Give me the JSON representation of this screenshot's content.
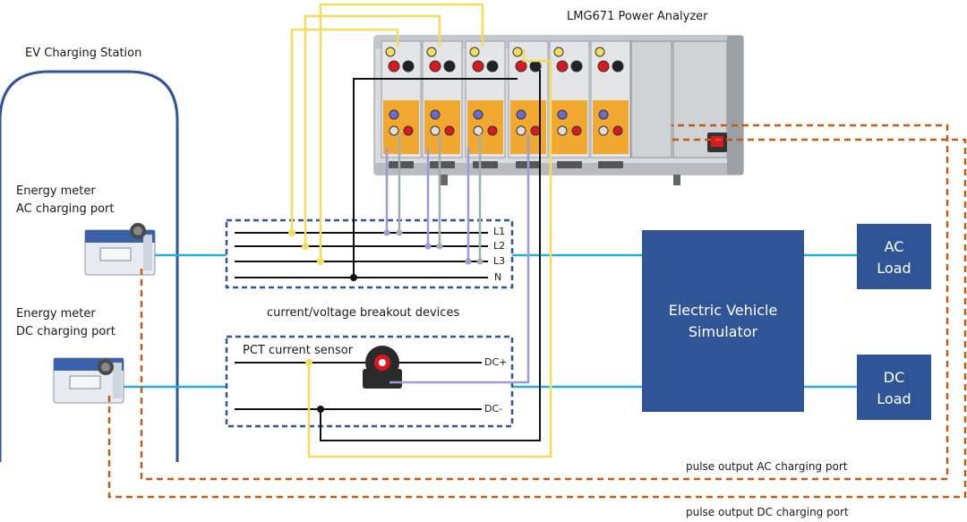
{
  "analyzer": {
    "title": "LMG671 Power Analyzer"
  },
  "station": {
    "title": "EV Charging Station",
    "meter_ac_line1": "Energy meter",
    "meter_ac_line2": "AC charging port",
    "meter_dc_line1": "Energy meter",
    "meter_dc_line2": "DC charging port"
  },
  "breakout": {
    "caption": "current/voltage breakout devices",
    "phases": [
      "L1",
      "L2",
      "L3",
      "N"
    ]
  },
  "dc_box": {
    "sensor_label": "PCT current sensor",
    "pos_label": "DC+",
    "neg_label": "DC-"
  },
  "simulator": {
    "line1": "Electric Vehicle",
    "line2": "Simulator"
  },
  "ac_load": {
    "line1": "AC",
    "line2": "Load"
  },
  "dc_load": {
    "line1": "DC",
    "line2": "Load"
  },
  "pulse": {
    "ac": "pulse output AC charging port",
    "dc": "pulse output DC charging port"
  },
  "colors": {
    "blue_box": "#2f5597",
    "orange_dash": "#c55a11",
    "cyan_line": "#29abe2",
    "yellow_wire": "#f5dd5a",
    "lavender_wire": "#9b9bd6",
    "gray_wire": "#9fb0b5"
  }
}
